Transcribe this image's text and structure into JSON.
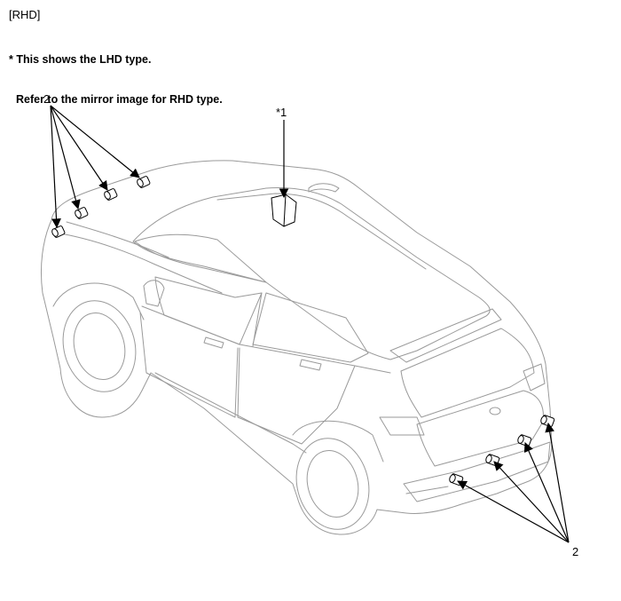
{
  "header": {
    "region_tag": "[RHD]"
  },
  "note": {
    "line1": "* This shows the LHD type.",
    "line2": "Refer to the mirror image for RHD type."
  },
  "callouts": {
    "front_sensors_label": "2",
    "unit_label": "*1",
    "rear_sensors_label": "2"
  },
  "colors": {
    "outline": "#9a9a9a",
    "leader": "#000000",
    "text": "#000000"
  }
}
